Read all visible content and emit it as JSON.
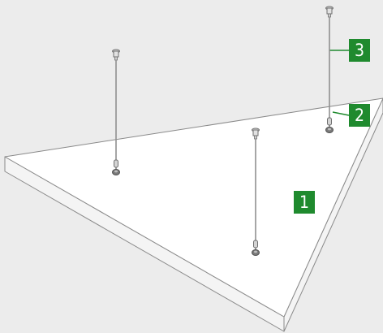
{
  "diagram": {
    "title": "",
    "labels": [
      {
        "id": "panel",
        "text": "1"
      },
      {
        "id": "ceiling-fixing",
        "text": "2"
      },
      {
        "id": "suspension-cable",
        "text": "3"
      }
    ]
  },
  "colors": {
    "background": "#ececec",
    "panel_top": "#ffffff",
    "panel_edge": "#f4f4f4",
    "outline": "#8a8a8a",
    "cable": "#8f8f8f",
    "hardware": "#6f6f6f",
    "badge": "#1f8a2e",
    "badge_text": "#ffffff"
  }
}
